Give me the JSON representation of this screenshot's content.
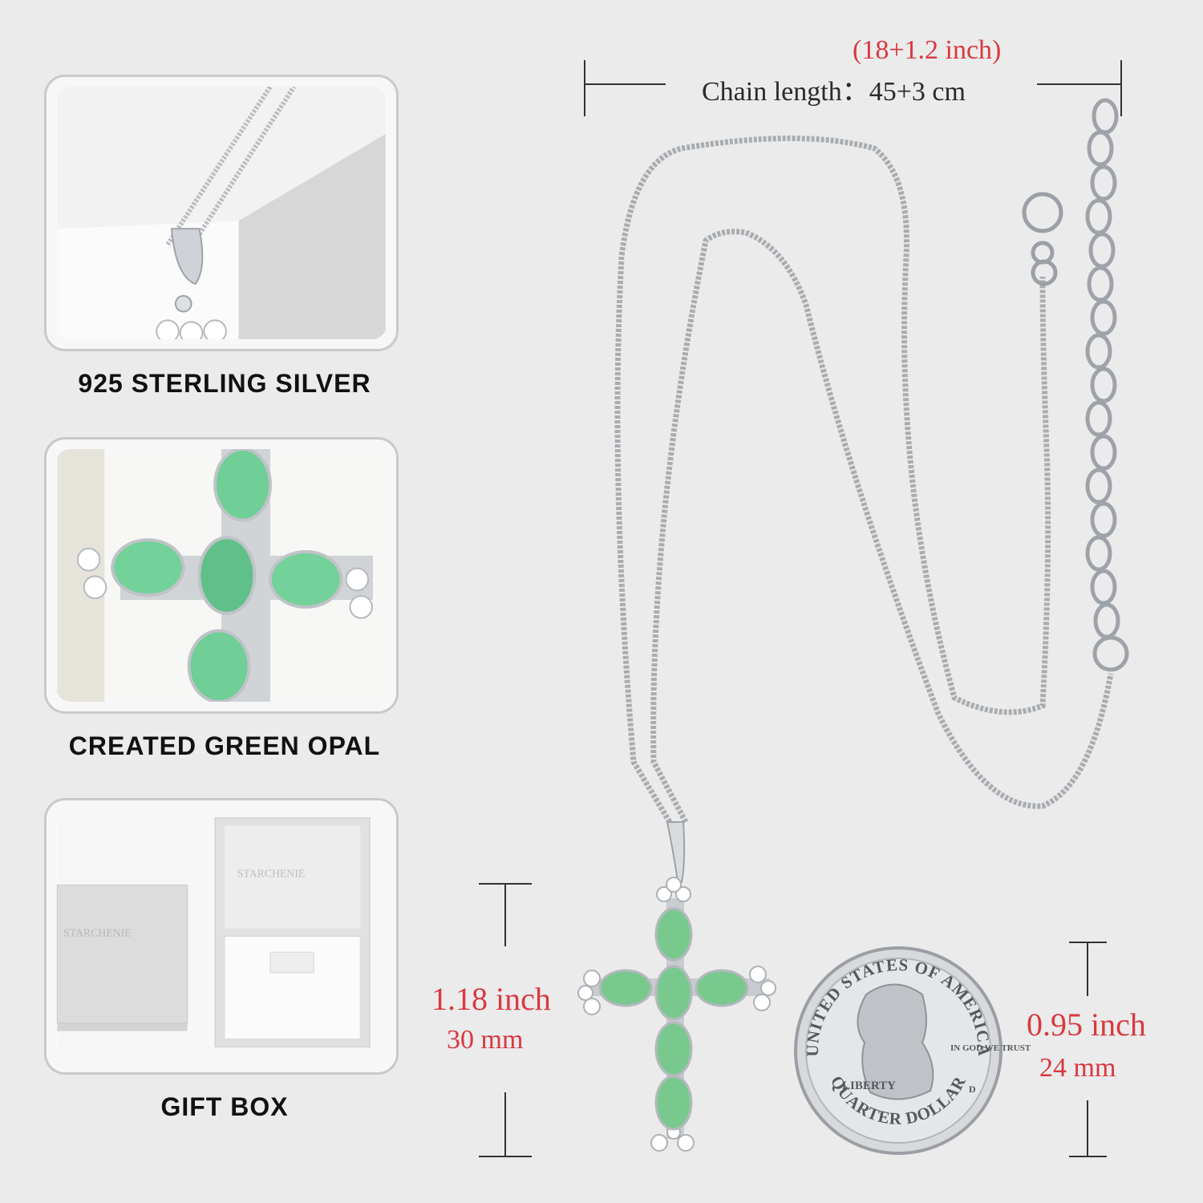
{
  "panels": [
    {
      "caption": "925 STERLING SILVER",
      "icon": "silver-bail-photo"
    },
    {
      "caption": "CREATED GREEN OPAL",
      "icon": "green-opal-cross-photo"
    },
    {
      "caption": "GIFT BOX",
      "icon": "gift-box-photo",
      "brand": "STARCHENIE"
    }
  ],
  "chain": {
    "inch": "(18+1.2 inch)",
    "label": "Chain length：45+3 cm"
  },
  "pendant": {
    "inch": "1.18 inch",
    "mm": "30 mm"
  },
  "coin": {
    "inch": "0.95 inch",
    "mm": "24 mm",
    "top_text": "UNITED STATES OF AMERICA",
    "liberty": "LIBERTY",
    "motto": "IN GOD WE TRUST",
    "mint": "D",
    "bottom_text": "QUARTER DOLLAR"
  },
  "colors": {
    "accent": "#d9383f",
    "opal": "#6fc98f",
    "silver": "#bfc3c7",
    "background": "#ebebeb"
  }
}
